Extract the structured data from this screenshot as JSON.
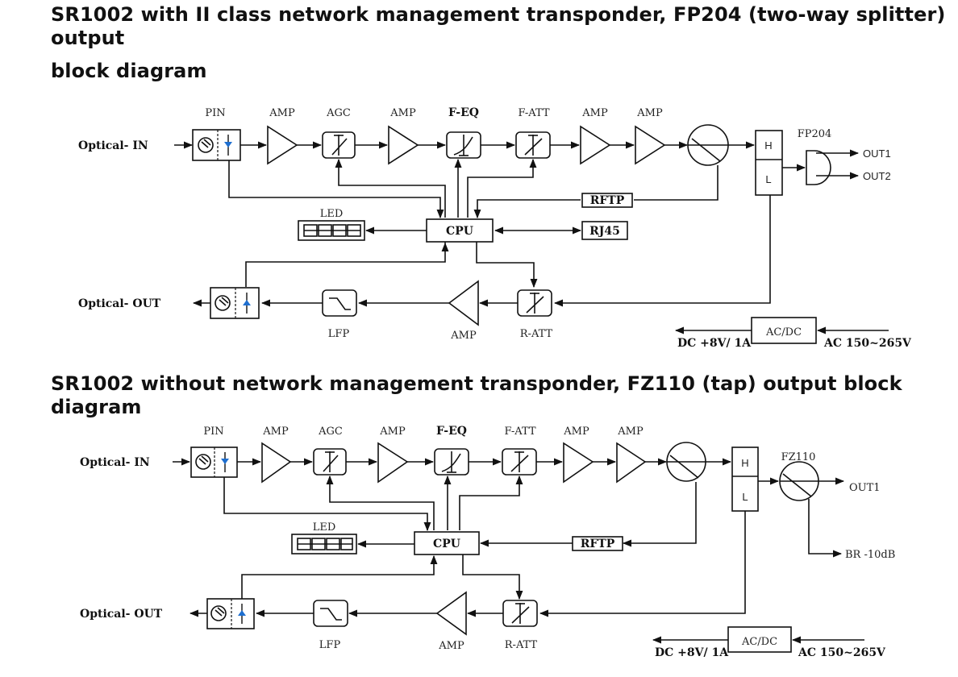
{
  "titles": {
    "diagram1_line1": "SR1002 with II class network management transponder, FP204 (two-way splitter) output",
    "diagram1_line2": "block diagram",
    "diagram2": "SR1002 without network management transponder, FZ110 (tap) output block diagram"
  },
  "diagram1": {
    "input_label": "Optical- IN",
    "output_label": "Optical- OUT",
    "top_labels": [
      "PIN",
      "AMP",
      "AGC",
      "AMP",
      "F-EQ",
      "F-ATT",
      "AMP",
      "AMP"
    ],
    "diplexer_high": "H",
    "diplexer_low": "L",
    "splitter_label": "FP204",
    "outputs": [
      "OUT1",
      "OUT2"
    ],
    "led_label": "LED",
    "cpu_label": "CPU",
    "rftp_label": "RFTP",
    "rj45_label": "RJ45",
    "bottom_labels": [
      "LFP",
      "AMP",
      "R-ATT"
    ],
    "psu_label": "AC/DC",
    "dc_label": "DC +8V/ 1A",
    "ac_label": "AC 150~265V"
  },
  "diagram2": {
    "input_label": "Optical- IN",
    "output_label": "Optical- OUT",
    "top_labels": [
      "PIN",
      "AMP",
      "AGC",
      "AMP",
      "F-EQ",
      "F-ATT",
      "AMP",
      "AMP"
    ],
    "diplexer_high": "H",
    "diplexer_low": "L",
    "tap_label": "FZ110",
    "outputs": [
      "OUT1",
      "BR -10dB"
    ],
    "led_label": "LED",
    "cpu_label": "CPU",
    "rftp_label": "RFTP",
    "bottom_labels": [
      "LFP",
      "AMP",
      "R-ATT"
    ],
    "psu_label": "AC/DC",
    "dc_label": "DC +8V/ 1A",
    "ac_label": "AC 150~265V"
  },
  "colors": {
    "photodiode_accent": "#1e6fd0",
    "line": "#111111"
  }
}
